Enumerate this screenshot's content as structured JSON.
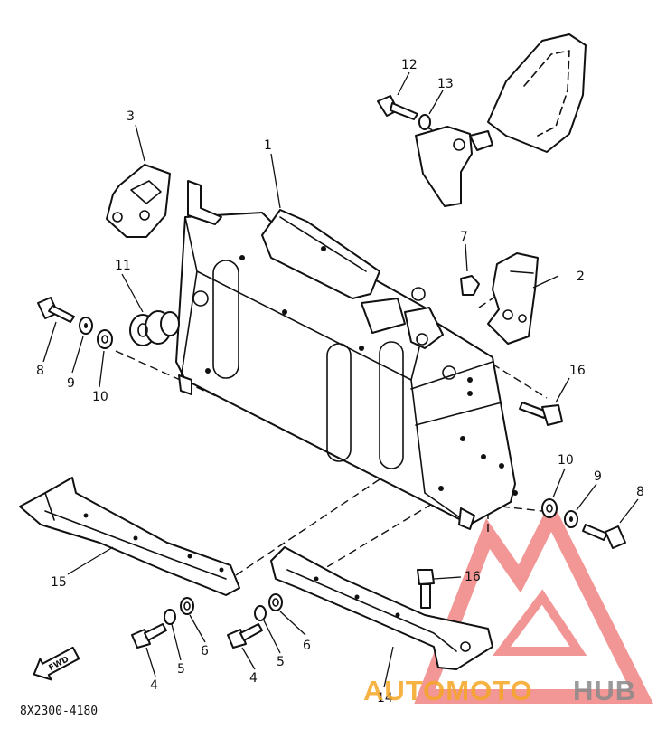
{
  "diagram_code": "8X2300-4180",
  "fwd_label": "FWD",
  "watermark": {
    "text_orange": "AUTOMOTO",
    "text_gray": "HUB",
    "color_red": "#e8403f",
    "color_orange": "#f5a623",
    "color_gray": "#8a8a8a"
  },
  "callouts": {
    "c1": "1",
    "c2": "2",
    "c3": "3",
    "c4a": "4",
    "c4b": "4",
    "c5a": "5",
    "c5b": "5",
    "c6a": "6",
    "c6b": "6",
    "c7": "7",
    "c8a": "8",
    "c8b": "8",
    "c9a": "9",
    "c9b": "9",
    "c10a": "10",
    "c10b": "10",
    "c11": "11",
    "c12": "12",
    "c13": "13",
    "c14": "14",
    "c15": "15",
    "c16a": "16",
    "c16b": "16"
  }
}
